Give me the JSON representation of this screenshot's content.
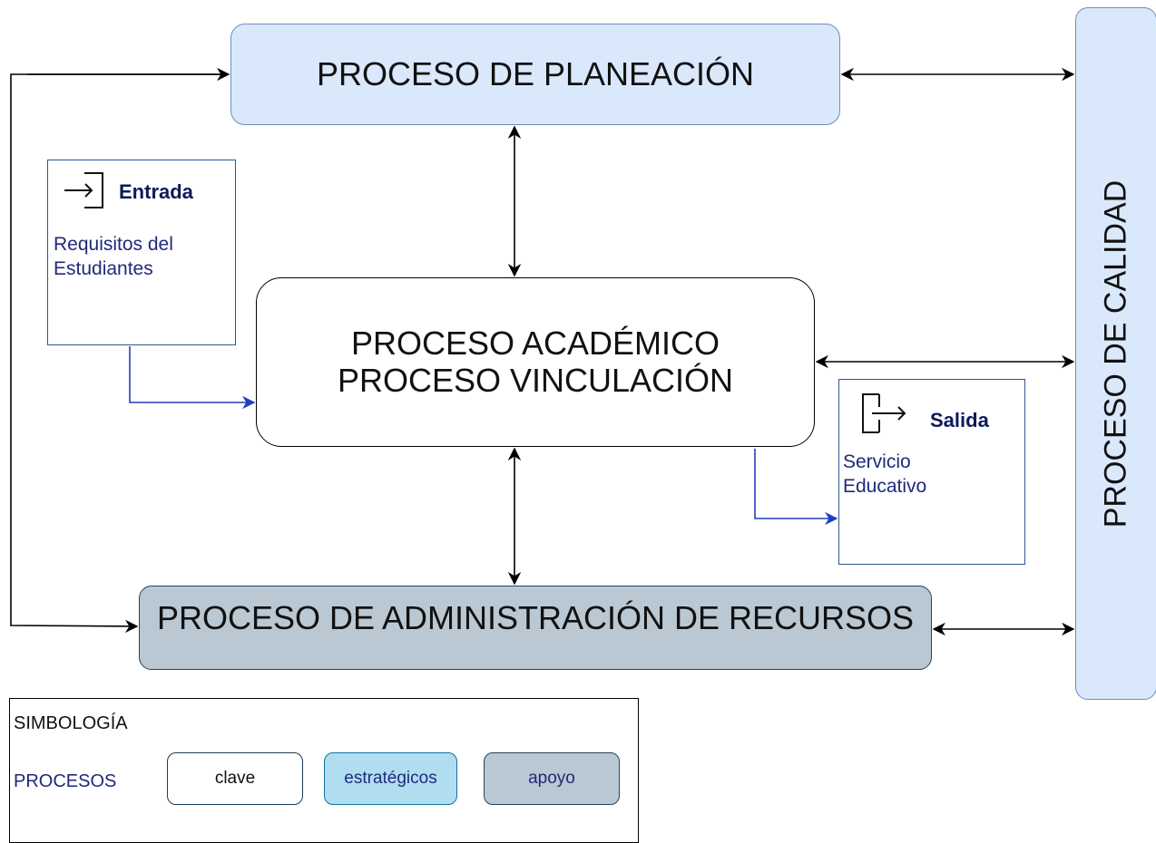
{
  "nodes": {
    "planeacion": "PROCESO DE PLANEACIÓN",
    "calidad": "PROCESO DE CALIDAD",
    "academico_line1": "PROCESO ACADÉMICO",
    "academico_line2": "PROCESO VINCULACIÓN",
    "recursos": "PROCESO DE ADMINISTRACIÓN DE RECURSOS"
  },
  "entrada": {
    "title": "Entrada",
    "text_line1": "Requisitos del",
    "text_line2": "Estudiantes",
    "icon": "enter-icon"
  },
  "salida": {
    "title": "Salida",
    "text_line1": "Servicio",
    "text_line2": "Educativo",
    "icon": "exit-icon"
  },
  "legend": {
    "title": "SIMBOLOGÍA",
    "group_label": "PROCESOS",
    "items": [
      "clave",
      "estratégicos",
      "apoyo"
    ]
  },
  "colors": {
    "strategic_fill": "#dae8fc",
    "key_fill": "#ffffff",
    "support_fill": "#bac8d3",
    "io_arrow": "#1f3fbf",
    "edge": "#000000"
  }
}
